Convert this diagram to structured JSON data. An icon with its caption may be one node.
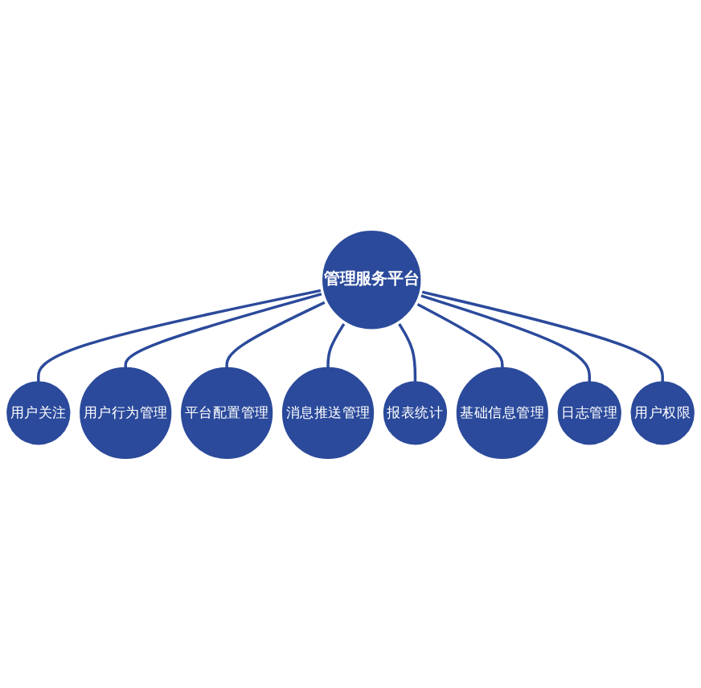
{
  "diagram": {
    "nodes": [
      {
        "text": [
          "管理服务平台"
        ]
      },
      {
        "text": [
          "用户关注"
        ]
      },
      {
        "text": [
          "用户行为管理"
        ]
      },
      {
        "text": [
          "平台配置管理"
        ]
      },
      {
        "text": [
          "消息推送管理"
        ]
      },
      {
        "text": [
          "报表统计"
        ]
      },
      {
        "text": [
          "基础信息管理"
        ]
      },
      {
        "text": [
          "日志管理"
        ]
      },
      {
        "text": [
          "用户权限"
        ]
      }
    ],
    "edges": [
      {
        "from": 0,
        "to": 1,
        "arrow": "none"
      },
      {
        "from": 0,
        "to": 2,
        "arrow": "none"
      },
      {
        "from": 0,
        "to": 3,
        "arrow": "none"
      },
      {
        "from": 0,
        "to": 4,
        "arrow": "none"
      },
      {
        "from": 0,
        "to": 5,
        "arrow": "none"
      },
      {
        "from": 0,
        "to": 6,
        "arrow": "none"
      },
      {
        "from": 0,
        "to": 7,
        "arrow": "none"
      },
      {
        "from": 0,
        "to": 8,
        "arrow": "none"
      }
    ]
  }
}
